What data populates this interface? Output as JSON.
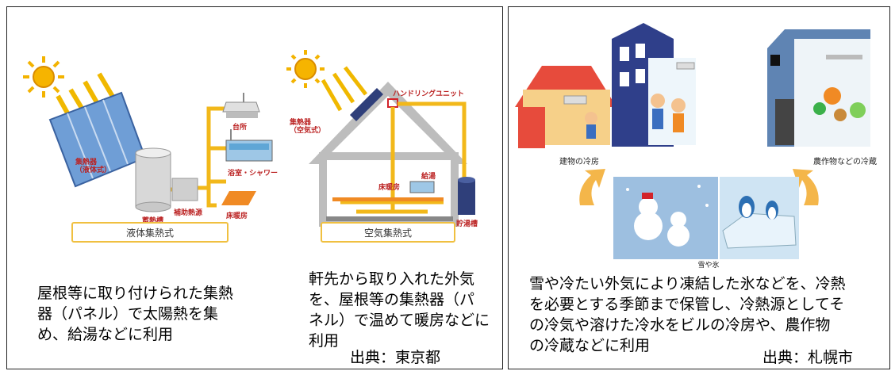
{
  "left": {
    "diagram_liquid": {
      "collector_label": "集熱器\n（液体式）",
      "storage_label": "蓄熱槽",
      "aux_label": "補助熱源",
      "kitchen_label": "台所",
      "bath_label": "浴室・シャワー",
      "floor_label": "床暖房",
      "caption": "液体集熱式"
    },
    "diagram_air": {
      "collector_label": "集熱器\n（空気式）",
      "unit_label": "ハンドリングユニット",
      "hotwater_label": "給湯",
      "floor_label": "床暖房",
      "tank_label": "貯湯槽",
      "caption": "空気集熱式"
    },
    "desc1": "屋根等に取り付けられた集熱\n器（パネル）で太陽熱を集\nめ、給湯などに利用",
    "desc2": "軒先から取り入れた外気\nを、屋根等の集熱器（パ\nネル）で温めて暖房などに\n利用",
    "source": "出典：東京都"
  },
  "right": {
    "building_cooling_label": "建物の冷房",
    "crop_storage_label": "農作物などの冷蔵",
    "snow_ice_label": "雪や氷",
    "desc": "雪や冷たい外気により凍結した氷などを、冷熱\nを必要とする季節まで保管し、冷熱源としてそ\nの冷気や溶けた冷水をビルの冷房や、農作物\nの冷蔵などに利用",
    "source": "出典：札幌市"
  }
}
